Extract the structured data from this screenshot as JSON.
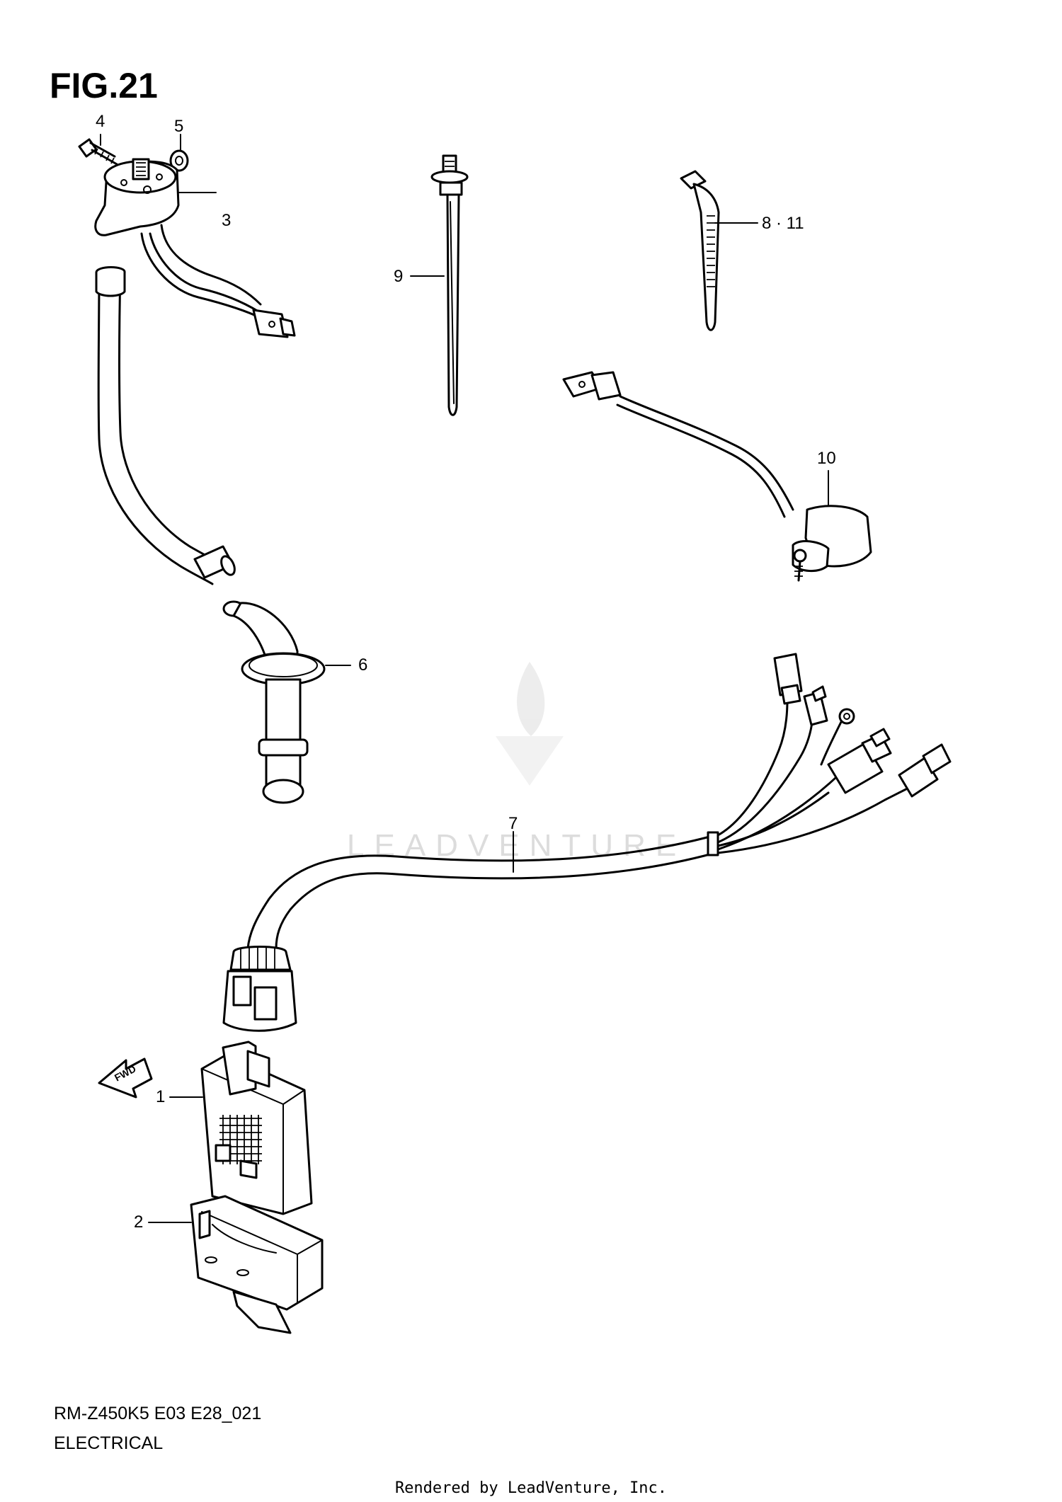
{
  "figure": {
    "title": "FIG.21",
    "model_code": "RM-Z450K5 E03 E28_021",
    "section_name": "ELECTRICAL",
    "rendered_by": "Rendered by LeadVenture, Inc.",
    "watermark": "LEADVENTURE",
    "direction_label": "FWD"
  },
  "callouts": [
    {
      "id": "1",
      "label": "1"
    },
    {
      "id": "2",
      "label": "2"
    },
    {
      "id": "3",
      "label": "3"
    },
    {
      "id": "4",
      "label": "4"
    },
    {
      "id": "5",
      "label": "5"
    },
    {
      "id": "6",
      "label": "6"
    },
    {
      "id": "7",
      "label": "7"
    },
    {
      "id": "8",
      "label": "8 · 11"
    },
    {
      "id": "9",
      "label": "9"
    },
    {
      "id": "10",
      "label": "10"
    }
  ]
}
